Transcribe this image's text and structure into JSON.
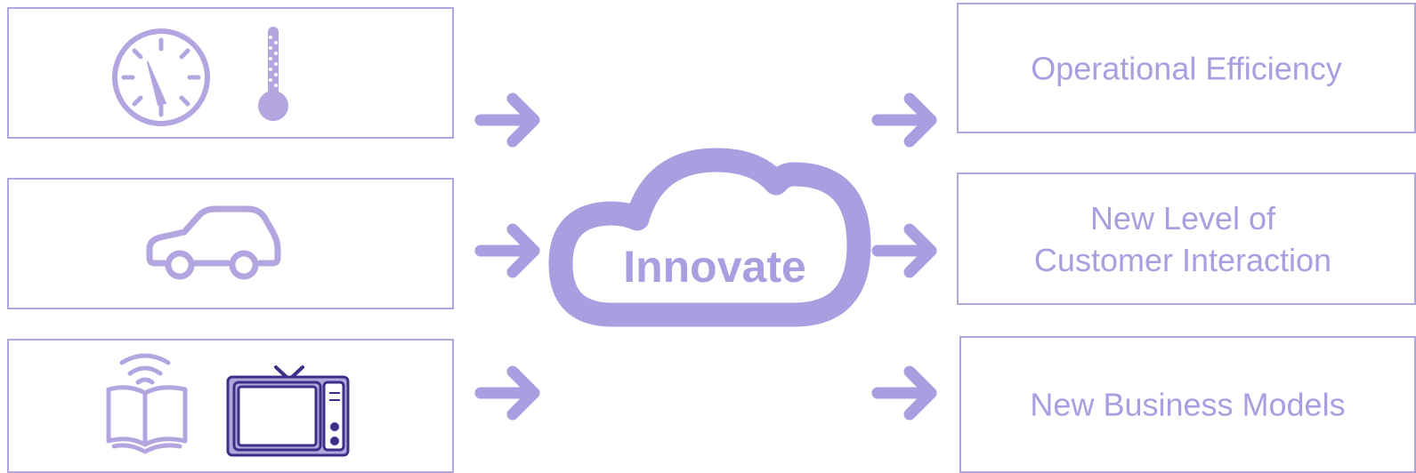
{
  "center": {
    "label": "Innovate"
  },
  "inputs": [
    {
      "icons": [
        "clock-icon",
        "thermometer-icon"
      ]
    },
    {
      "icons": [
        "car-icon"
      ]
    },
    {
      "icons": [
        "wireless-book-icon",
        "tv-icon"
      ]
    }
  ],
  "outputs": [
    {
      "lines": [
        "Operational Efficiency"
      ]
    },
    {
      "lines": [
        "New Level of",
        "Customer Interaction"
      ]
    },
    {
      "lines": [
        "New Business Models"
      ]
    }
  ],
  "colors": {
    "accent": "#a99ee0",
    "border": "#b3a6e0",
    "dark": "#3c2f86"
  }
}
